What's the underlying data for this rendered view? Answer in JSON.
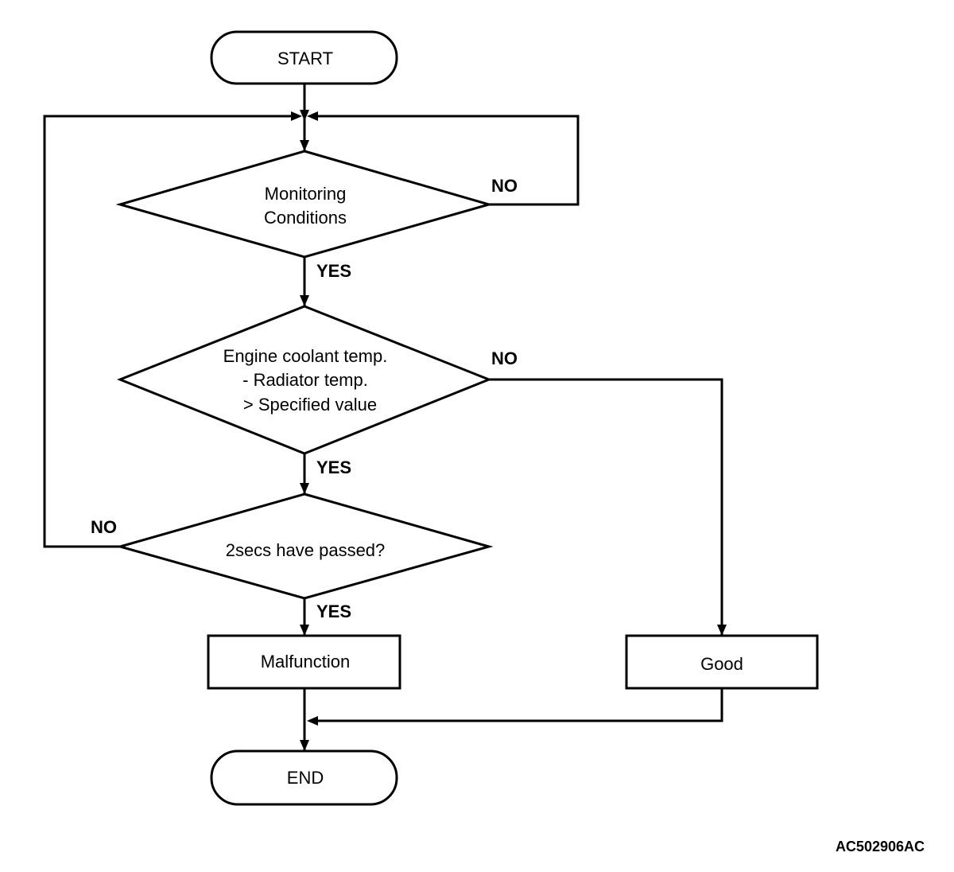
{
  "nodes": {
    "start": "START",
    "monitoring": [
      "Monitoring",
      "Conditions"
    ],
    "temp_check": [
      "Engine coolant temp.",
      "- Radiator temp.",
      "> Specified value"
    ],
    "time_check": "2secs have passed?",
    "malfunction": "Malfunction",
    "good": "Good",
    "end": "END"
  },
  "branches": {
    "monitoring_no": "NO",
    "monitoring_yes": "YES",
    "temp_no": "NO",
    "temp_yes": "YES",
    "time_no": "NO",
    "time_yes": "YES"
  },
  "figure_code": "AC502906AC"
}
